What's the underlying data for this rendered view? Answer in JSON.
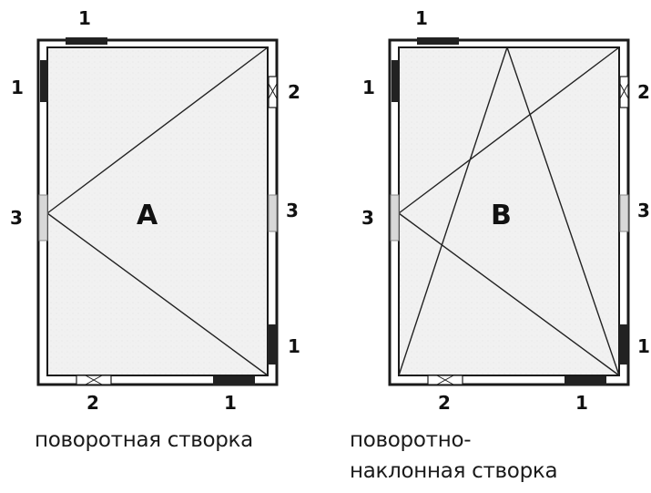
{
  "panels": [
    {
      "id": "A",
      "letter": "A",
      "caption_lines": [
        "поворотная створка"
      ],
      "labels": {
        "top": "1",
        "left_upper": "1",
        "right_upper": "2",
        "left_middle": "3",
        "right_middle": "3",
        "right_lower": "1",
        "bottom_left": "2",
        "bottom_right": "1"
      }
    },
    {
      "id": "B",
      "letter": "B",
      "caption_lines": [
        "поворотно-",
        "наклонная створка"
      ],
      "labels": {
        "top": "1",
        "left_upper": "1",
        "right_upper": "2",
        "left_middle": "3",
        "right_middle": "3",
        "right_lower": "1",
        "bottom_left": "2",
        "bottom_right": "1"
      }
    }
  ],
  "colors": {
    "frame": "#1a1a1a",
    "sash_fill": "#efefef",
    "hardware": "#222222",
    "hinge_light": "#d8d8d8"
  }
}
